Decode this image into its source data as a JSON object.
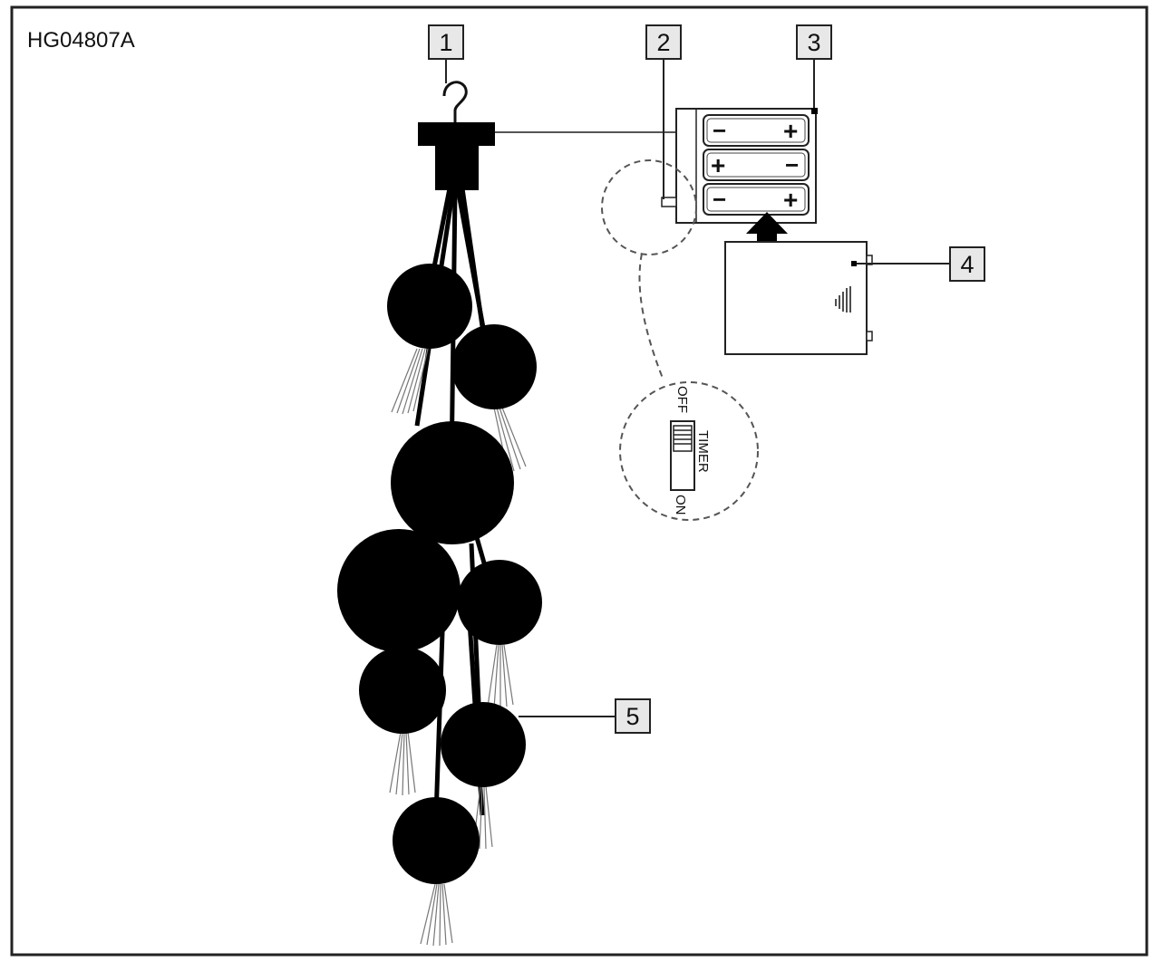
{
  "diagram": {
    "model_code": "HG04807A",
    "callouts": [
      "1",
      "2",
      "3",
      "4",
      "5"
    ],
    "switch": {
      "off_label": "OFF",
      "timer_label": "TIMER",
      "on_label": "ON"
    },
    "battery_polarity": {
      "negative": "−",
      "positive": "+"
    }
  }
}
